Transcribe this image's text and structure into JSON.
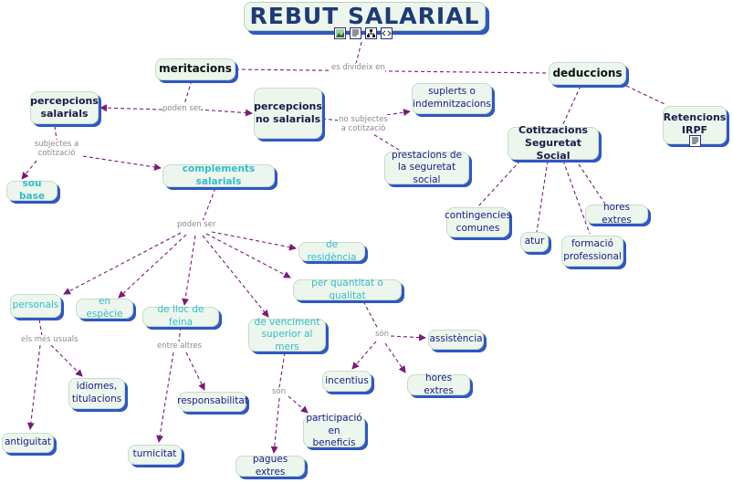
{
  "title": "REBUT SALARIAL",
  "nodes": {
    "meritacions": "meritacions",
    "deduccions": "deduccions",
    "percepcions_salarials": "percepcions salarials",
    "percepcions_no_salarials": "percepcions no salarials",
    "suplerts": "suplerts o indemnitzacions",
    "prestacions": "prestacions de la seguretat social",
    "cotitzacions": "Cotitzacions Seguretat Social",
    "retencions": "Retencions IRPF",
    "sou_base": "sou base",
    "complements": "complements salarials",
    "contingencies": "contingencies comunes",
    "atur": "atur",
    "formacio": "formació professional",
    "hores_extres_cot": "hores extres",
    "residencia": "de residència",
    "quantitat": "per quantitat o qualitat",
    "personals": "personals",
    "especie": "en espècie",
    "lloc_feina": "de lloc de feina",
    "venciment": "de venciment superior al mers",
    "assistencia": "assistència",
    "incentius": "incentius",
    "hores_extres": "hores extres",
    "idiomes": "idiomes, titulacions",
    "responsabilitat": "responsabilitat",
    "participacio": "participació en beneficis",
    "antiguitat": "antiguitat",
    "turnicitat": "turnicitat",
    "pagues": "pagues extres"
  },
  "labels": {
    "es_divideix": "es divideix en",
    "poden_ser_1": "poden ser",
    "no_subjectes": "no subjectes a cotització",
    "subjectes": "subjectes a cotització",
    "poden_ser_2": "poden ser",
    "els_mes_usuals": "els més usuals",
    "entre_altres": "entre altres",
    "son_1": "són",
    "son_2": "són"
  },
  "icons": [
    "image-icon",
    "document-icon",
    "concept-map-icon",
    "code-icon",
    "note-icon"
  ],
  "colors": {
    "node_fill": "#ecf6ec",
    "node_shadow": "#2f57c4",
    "link": "#7a1a7a",
    "title_text": "#1e3a78",
    "cyan_text": "#33bbcc",
    "blue_text": "#1a1a8a"
  }
}
